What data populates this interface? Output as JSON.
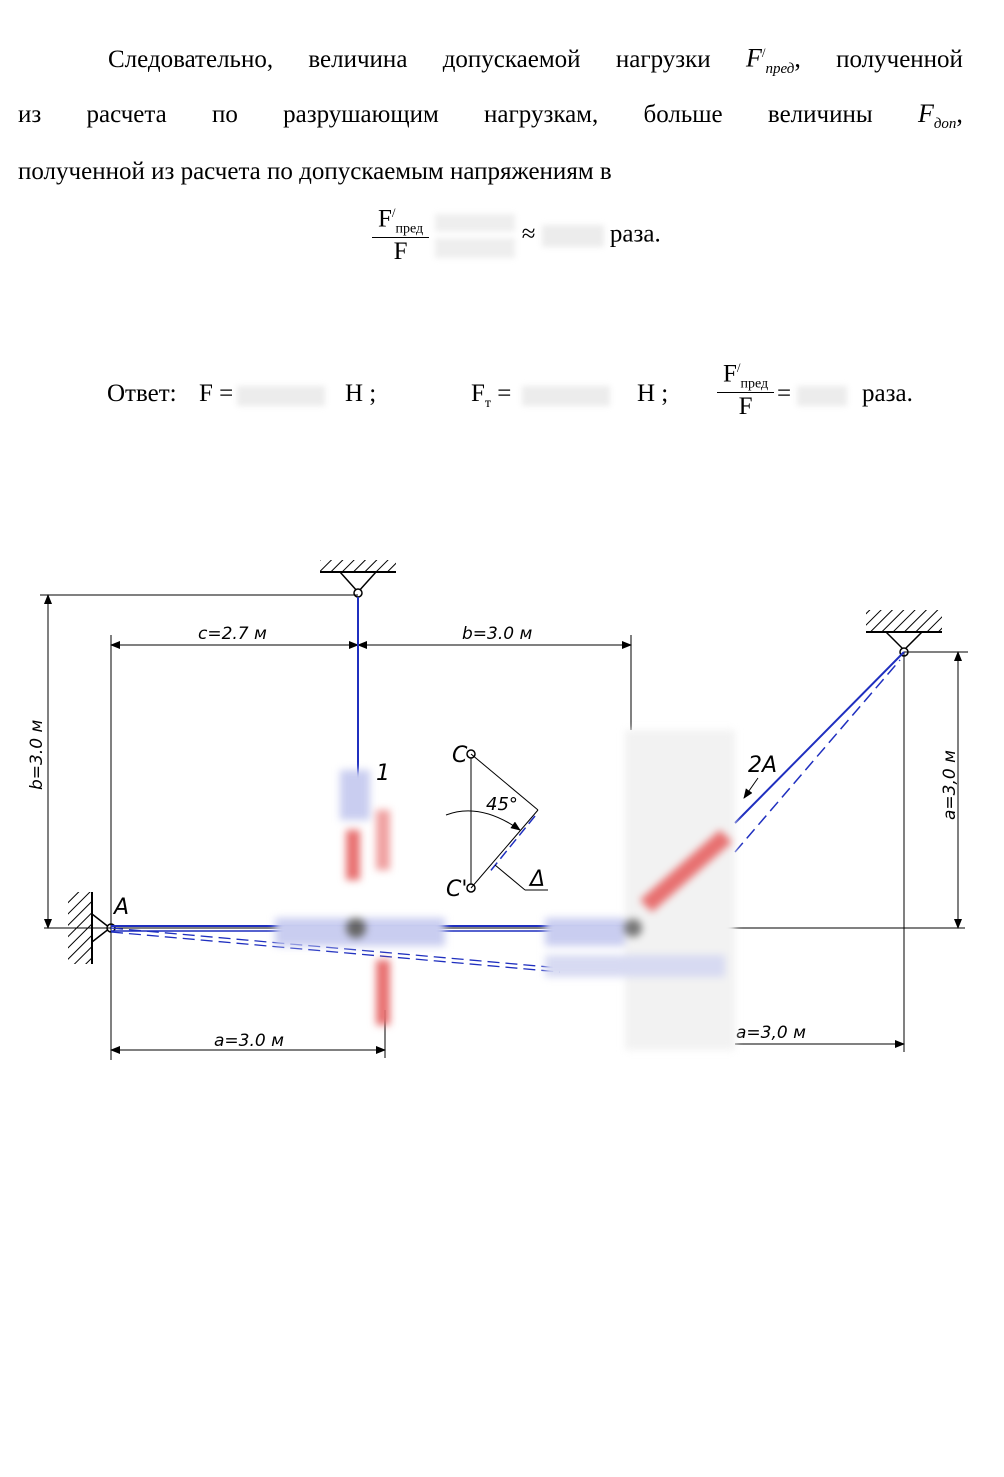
{
  "text": {
    "p1_words": [
      "Следовательно,",
      "величина",
      "допускаемой",
      "нагрузки"
    ],
    "p1_tail": "полученной",
    "p2_words": [
      "из",
      "расчета",
      "по",
      "разрушающим",
      "нагрузкам,",
      "больше",
      "величины"
    ],
    "p3": "полученной из расчета по допускаемым напряжениям в",
    "f_letter": "F",
    "sub_pred": "пред",
    "sub_dop": "доп",
    "sup_prime": "/",
    "comma": ",",
    "formula_den": "F",
    "formula_eq": "=",
    "formula_approx": "≈",
    "razy": "раза.",
    "answer_label": "Ответ:",
    "answer_F": "F =",
    "unit_H": "Н ;",
    "answer_FT": "F",
    "sub_T": "т",
    "eq": "="
  },
  "drawing": {
    "dim_c": "c=2.7 м",
    "dim_b_top": "b=3.0 м",
    "dim_b_left": "b=3.0 м",
    "dim_a_bottom_left": "a=3.0 м",
    "dim_a_bottom_right": "a=3,0 м",
    "dim_a_right": "a=3,0 м",
    "label_A": "A",
    "label_2A": "2A",
    "label_1": "1",
    "label_C": "C",
    "label_C_prime": "C'",
    "label_45": "45°",
    "label_delta": "Δ",
    "colors": {
      "member": "#1f2fbf",
      "dim": "#000000",
      "force": "#e05050"
    }
  }
}
